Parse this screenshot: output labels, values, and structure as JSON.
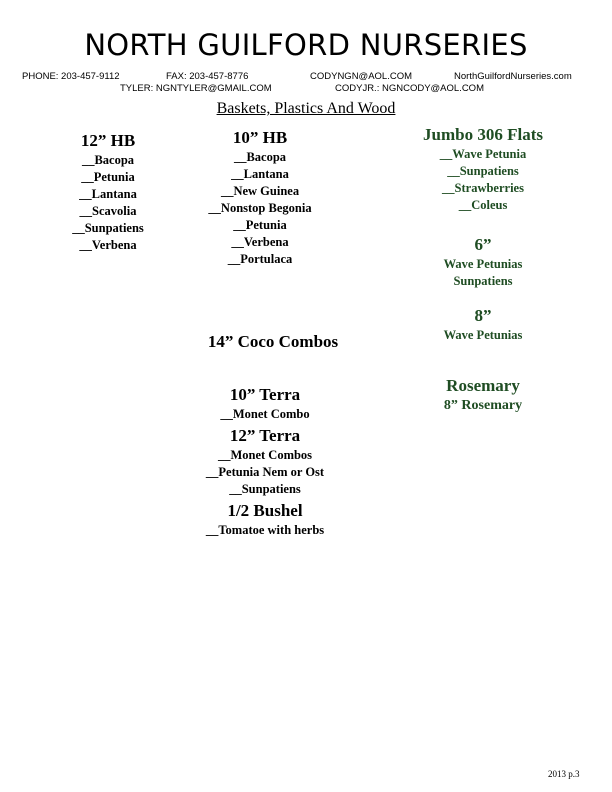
{
  "header": {
    "title": "NORTH GUILFORD NURSERIES",
    "phone": "PHONE: 203-457-9112",
    "fax": "FAX: 203-457-8776",
    "email1": "CODYNGN@AOL.COM",
    "website": "NorthGuilfordNurseries.com",
    "tyler": "TYLER: NGNTYLER@GMAIL.COM",
    "codyjr": "CODYJR.: NGNCODY@AOL.COM"
  },
  "subtitle": "Baskets, Plastics And Wood",
  "col1": {
    "heading": "12” HB",
    "items": [
      "__Bacopa",
      "__Petunia",
      "__Lantana",
      "__Scavolia",
      "__Sunpatiens",
      "__Verbena"
    ]
  },
  "col2": {
    "heading": "10” HB",
    "items": [
      "__Bacopa",
      "__Lantana",
      "__New Guinea",
      "__Nonstop Begonia",
      "__Petunia",
      "__Verbena",
      "__Portulaca"
    ]
  },
  "coco": {
    "heading": "14” Coco Combos"
  },
  "terra10": {
    "heading": "10” Terra",
    "items": [
      "__Monet Combo"
    ]
  },
  "terra12": {
    "heading": "12” Terra",
    "items": [
      "__Monet Combos",
      "__Petunia Nem or Ost",
      "__Sunpatiens"
    ]
  },
  "bushel": {
    "heading": "1/2 Bushel",
    "items": [
      "__Tomatoe with herbs"
    ]
  },
  "col3": {
    "jumbo_heading": "Jumbo 306 Flats",
    "jumbo_items": [
      "__Wave Petunia",
      "__Sunpatiens",
      "__Strawberries",
      "__Coleus"
    ],
    "six_heading": "6”",
    "six_items": [
      "Wave Petunias",
      "Sunpatiens"
    ],
    "eight_heading": "8”",
    "eight_items": [
      "Wave Petunias"
    ],
    "rosemary_heading": "Rosemary",
    "rosemary_item": "8” Rosemary"
  },
  "footer": "2013  p.3",
  "colors": {
    "green": "#1f4d23",
    "text": "#000000"
  }
}
